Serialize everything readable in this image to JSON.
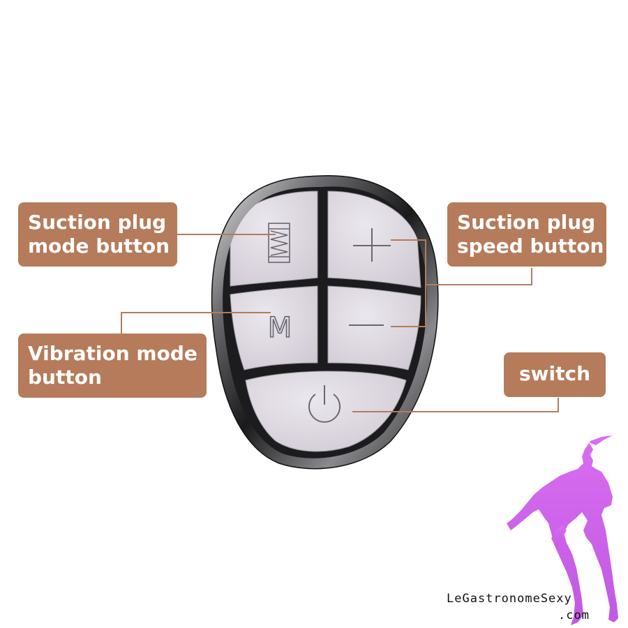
{
  "labels": {
    "suction_mode": [
      "Suction plug",
      "mode button"
    ],
    "suction_speed": [
      "Suction plug",
      "speed button"
    ],
    "vibration_mode": [
      "Vibration mode",
      "button"
    ],
    "switch": "switch"
  },
  "buttons": {
    "mode_glyph": "M",
    "plus_glyph": "+",
    "minus_glyph": "−"
  },
  "icons": {
    "suction_mode": "zigzag-spring-icon",
    "vibration_mode": "m-letter-icon",
    "speed_up": "plus-icon",
    "speed_down": "minus-icon",
    "power": "power-icon"
  },
  "watermark": {
    "name": "LeGastronomeSexy",
    "domain": ".com"
  },
  "colors": {
    "label_bg": "#b57b5a",
    "label_text": "#ffffff",
    "leader_line": "#b57b5a",
    "button_face": "#dcd7df",
    "chrome_frame": "#2b2b2b",
    "watermark_figure": "#cf61e8"
  }
}
